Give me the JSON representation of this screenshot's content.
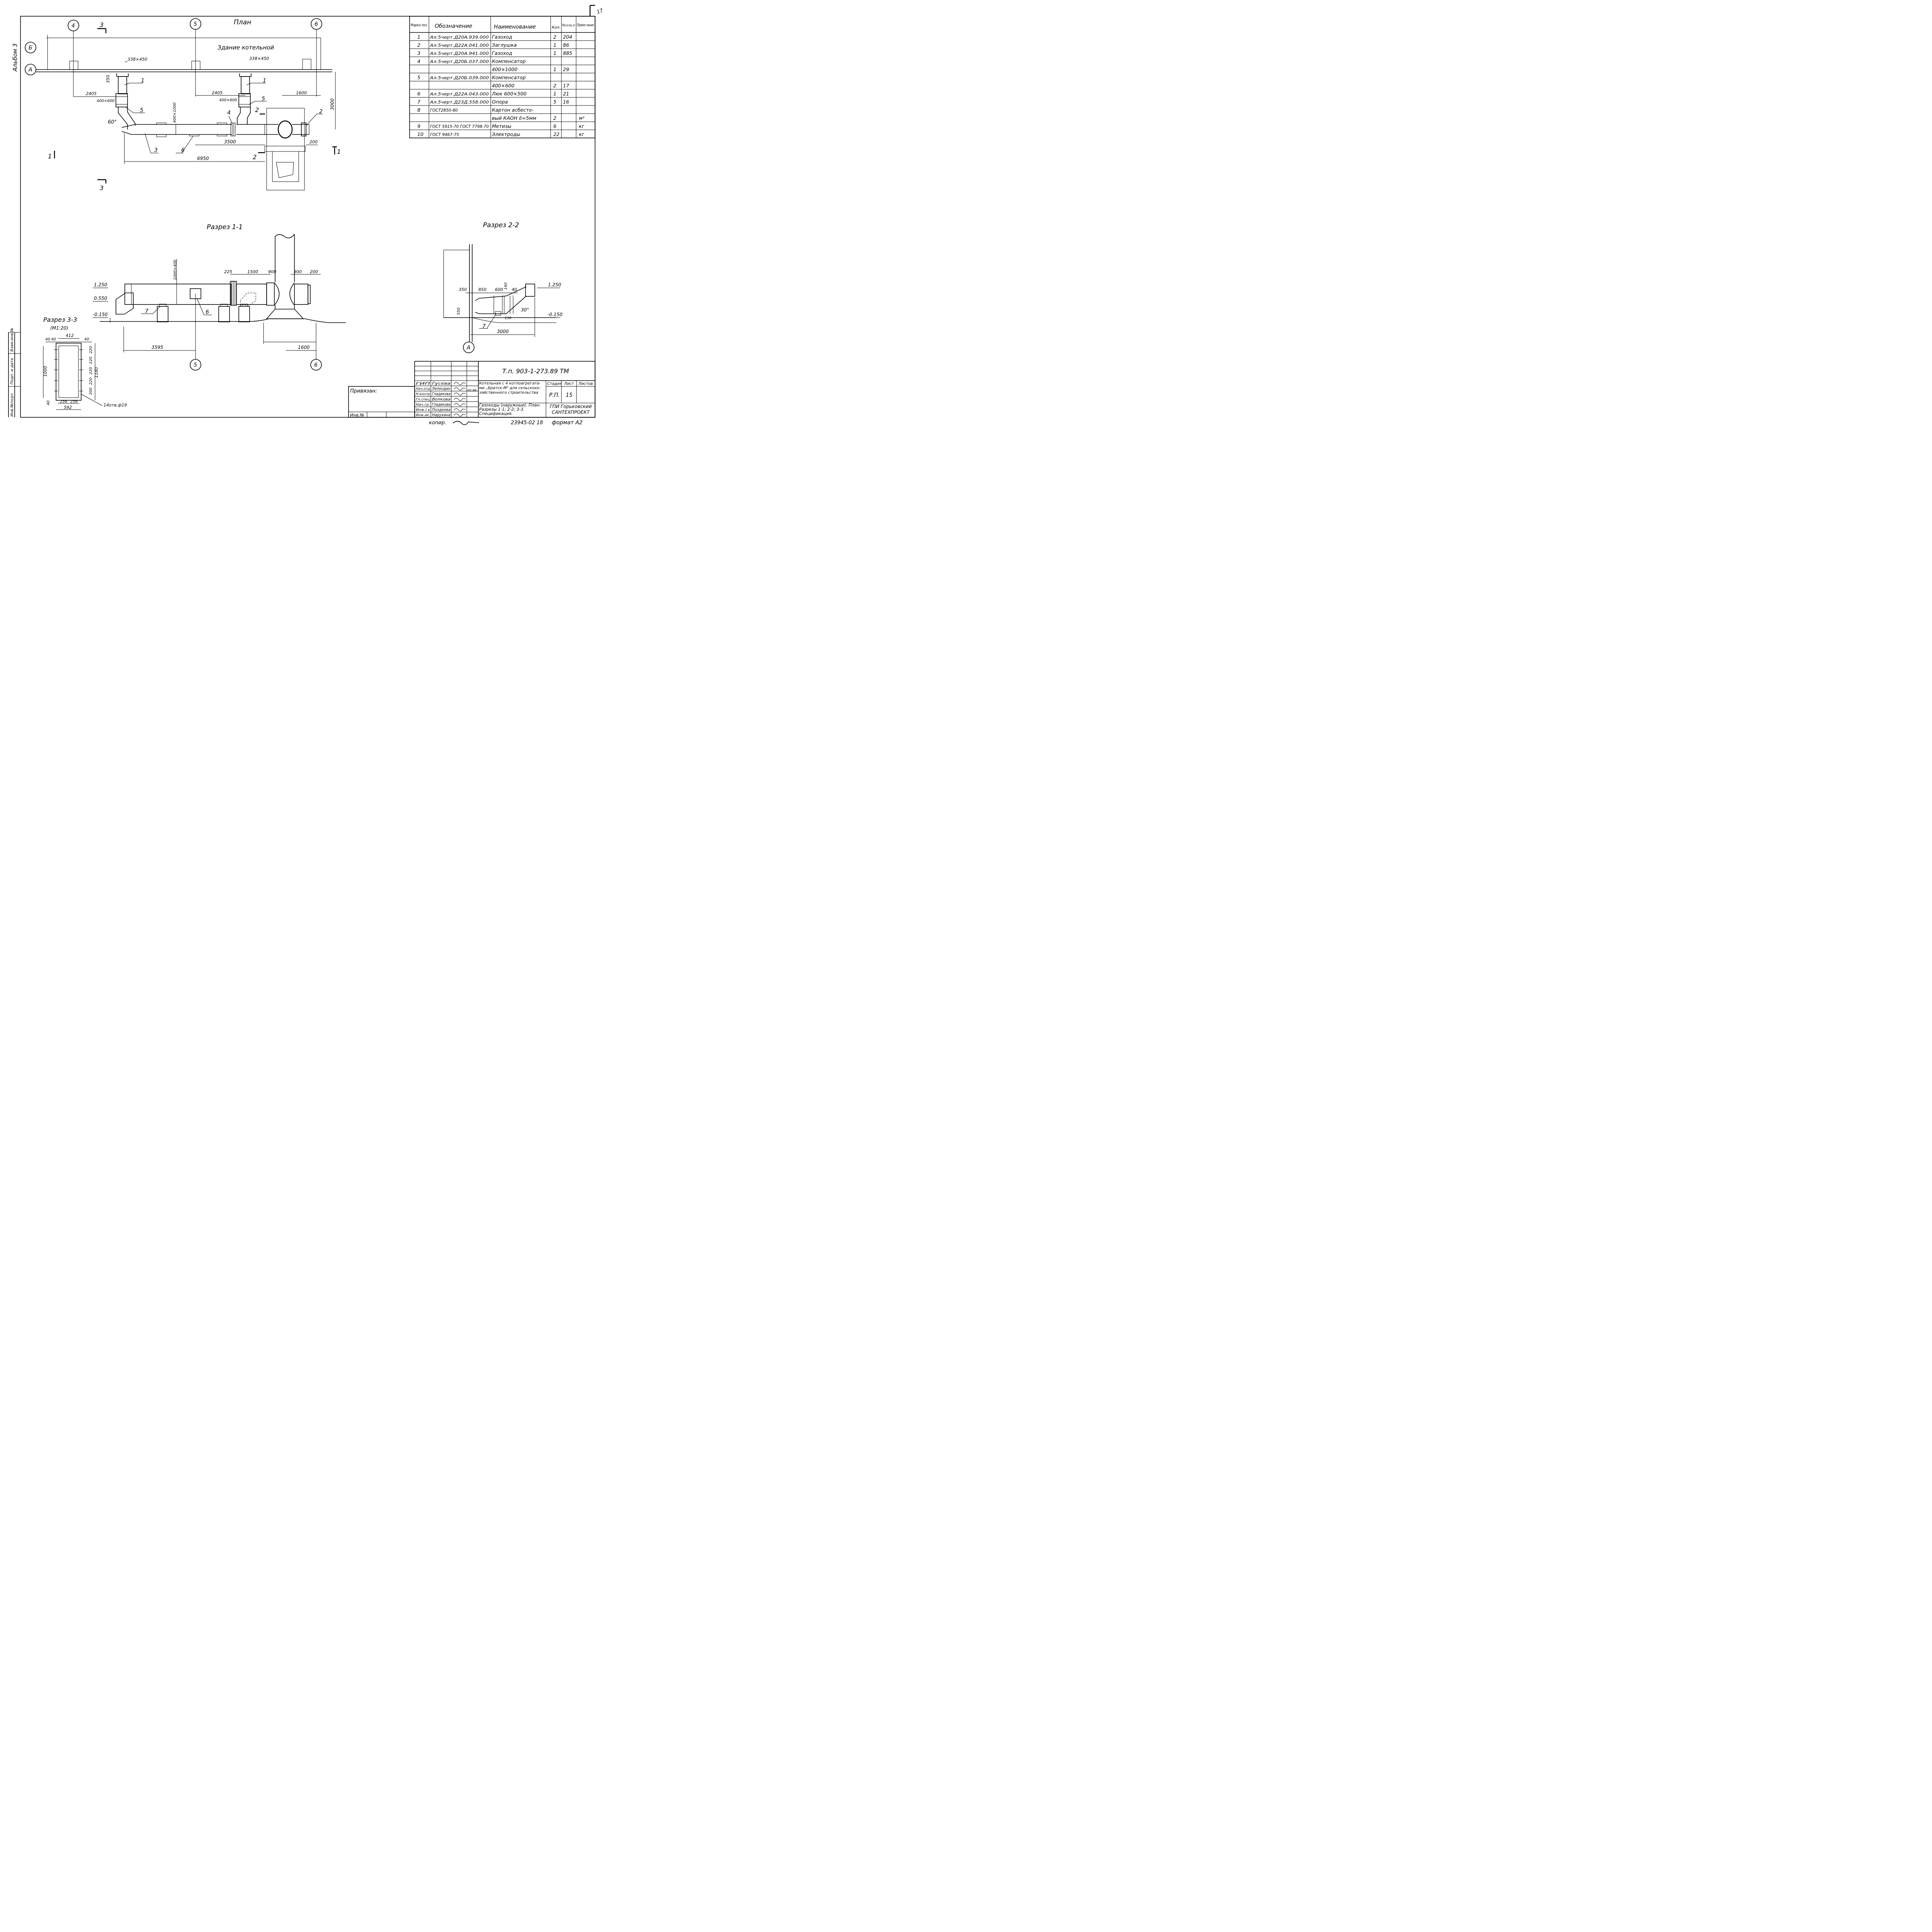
{
  "sheet": {
    "page_number": "17",
    "album": "Альбом 3",
    "copied_by": "копир.",
    "footer_code": "23945-02  18",
    "format": "формат А2"
  },
  "plan": {
    "title": "План",
    "building": "Здание котельной",
    "axes": [
      "4",
      "5",
      "6"
    ],
    "row_axes": [
      "Б",
      "А"
    ],
    "section_marks": [
      "1",
      "1",
      "2",
      "2",
      "3",
      "3"
    ],
    "dims": {
      "d338x450_a": "338×450",
      "d338x450_b": "338×450",
      "d350": "350",
      "d2405_a": "2405",
      "d2405_b": "2405",
      "d400x600_a": "400×600",
      "d400x600_b": "400×600",
      "d1600": "1600",
      "d3000": "3000",
      "d400x1000": "400×1000",
      "d60": "60°",
      "d3500": "3500",
      "d200": "200",
      "d6950": "6950"
    },
    "callouts": [
      "1",
      "1",
      "5",
      "5",
      "4",
      "2",
      "3",
      "6"
    ]
  },
  "section11": {
    "title": "Разрез 1-1",
    "levels": [
      "1.250",
      "0.550",
      "-0.150"
    ],
    "dims": {
      "d1000x400": "1000×400",
      "d225": "225",
      "d1500": "1500",
      "d900_a": "900",
      "d900_b": "900",
      "d200": "200",
      "d3595": "3595",
      "d1600": "1600"
    },
    "callouts": [
      "7",
      "6"
    ],
    "axes": [
      "5",
      "6"
    ]
  },
  "section22": {
    "title": "Разрез 2-2",
    "levels": [
      "1.250",
      "-0.150"
    ],
    "dims": {
      "d350": "350",
      "d850": "850",
      "d600": "600",
      "d160": "160",
      "d40": "40",
      "d550": "550",
      "d150": "150",
      "d30": "30°",
      "d3000": "3000"
    },
    "callouts": [
      "7"
    ],
    "axis": "А"
  },
  "section33": {
    "title": "Разрез 3-3",
    "scale": "(М1:20)",
    "dims": {
      "d40_a": "40",
      "d40_b": "40",
      "d412": "412",
      "d40_c": "40",
      "d1000": "1000",
      "d1180": "1180",
      "d220_1": "220",
      "d220_2": "220",
      "d220_3": "220",
      "d220_4": "220",
      "d200": "200",
      "d40_d": "40",
      "d256_a": "256",
      "d256_b": "256",
      "d592": "592"
    },
    "holes": "14отв.ф19"
  },
  "spec": {
    "headers": [
      "Марка поз.",
      "Обозначение",
      "Наименование",
      "Кол.",
      "Масса ед.,кг.",
      "Приме-чание"
    ],
    "rows": [
      [
        "1",
        "Ал.5черт.Д20А.939.000",
        "Газоход",
        "2",
        "204",
        ""
      ],
      [
        "2",
        "Ал.5черт.Д22А.041.000",
        "Заглушка",
        "1",
        "86",
        ""
      ],
      [
        "3",
        "Ал.5черт.Д20А.941.000",
        "Газоход",
        "1",
        "885",
        ""
      ],
      [
        "4",
        "Ал.5черт.Д20Б.037.000",
        "Компенсатор",
        "",
        "",
        ""
      ],
      [
        "",
        "",
        "400×1000",
        "1",
        "29",
        ""
      ],
      [
        "5",
        "Ал.5черт.Д20Б.039.000",
        "Компенсатор",
        "",
        "",
        ""
      ],
      [
        "",
        "",
        "400×600",
        "2",
        "17",
        ""
      ],
      [
        "6",
        "Ал.5черт.Д22А.043.000",
        "Люк 600×500",
        "1",
        "21",
        ""
      ],
      [
        "7",
        "Ал.5черт.Д23Д.558.000",
        "Опора",
        "5",
        "16",
        ""
      ],
      [
        "8",
        "ГОСТ2850-80",
        "Картон асбесто-",
        "",
        "",
        ""
      ],
      [
        "",
        "",
        "вый КАОН δ=5мм",
        "2",
        "",
        "м²"
      ],
      [
        "9",
        "ГОСТ 5915-70 ГОСТ 7798-70",
        "Метизы",
        "6",
        "",
        "кг"
      ],
      [
        "10",
        "ГОСТ 9467-75",
        "Электроды",
        "22",
        "",
        "кг"
      ]
    ]
  },
  "stamp": {
    "code": "Т.п. 903-1-273.89 ТМ",
    "bound": "Привязан:",
    "inv": "Инв.№",
    "roles": [
      "ГИП",
      "Нач.отд",
      "Н.контр",
      "Гл.спец",
      "Нач.гр.",
      "Инж.I к",
      "Инж.ик."
    ],
    "names": [
      "Гусева",
      "Лепендин",
      "Гладикова",
      "Волкова",
      "Гладикова",
      "Поздеева",
      "Нарухина"
    ],
    "date": "05.89",
    "project": "Котельная с 4 котлоагрегата-ми „Братск-М\" для сельскохо-зяйственного строительства",
    "sheet_title": "Газоходы (наружные). План. Разрезы 1-1; 2-2; 3-3. Спецификация.",
    "stage_h": "Стадия",
    "sheet_h": "Лист",
    "sheets_h": "Листов",
    "stage": "Р.П.",
    "sheet": "15",
    "org": "ГПИ Горьковский САНТЕХПРОЕКТ"
  },
  "left_strip": [
    "Инв.№подл.",
    "Подп. и дата",
    "Взам.инв.№"
  ]
}
